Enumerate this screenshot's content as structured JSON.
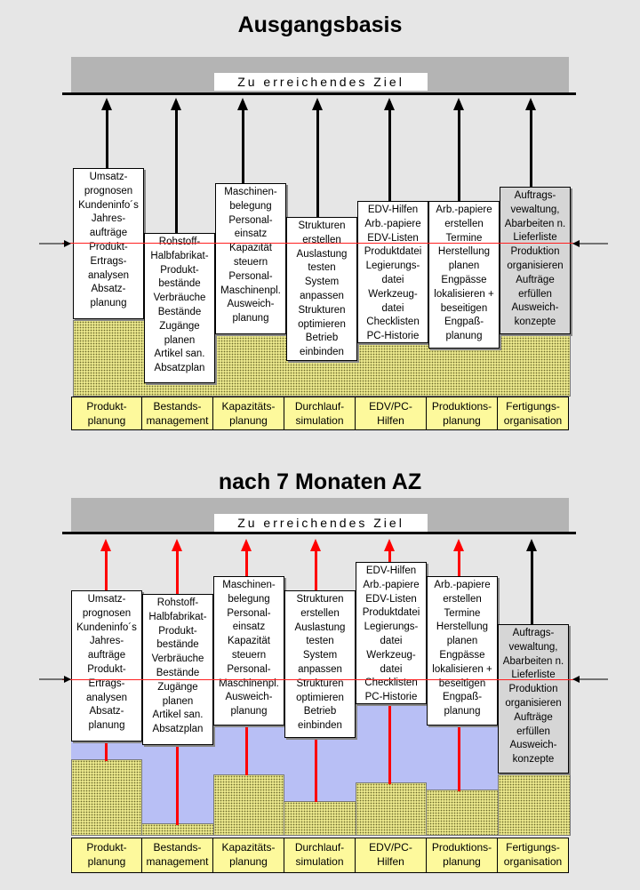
{
  "colors": {
    "background": "#e6e6e6",
    "goal_bar": "#b4b4b4",
    "base_fill": "#eae78c",
    "category_fill": "#fdf99c",
    "improvement_fill": "#b8bff5",
    "current_level_line": "#ff2020",
    "arrow_reached": "#000000",
    "arrow_progress": "#ff0000"
  },
  "panels": [
    {
      "title": "Ausgangsbasis",
      "goal_label": "Zu erreichendes Ziel",
      "columns": [
        {
          "category": [
            "Produkt-",
            "planung"
          ],
          "lines": [
            "Umsatz-",
            "prognosen",
            "Kundeninfo´s",
            "Jahres-",
            "aufträge",
            "Produkt-",
            "Ertrags-",
            "analysen",
            "Absatz-",
            "planung"
          ],
          "arrow": "black"
        },
        {
          "category": [
            "Bestands-",
            "management"
          ],
          "lines": [
            "Rohstoff-",
            "Halbfabrikat-",
            "Produkt-",
            "bestände",
            "Verbräuche",
            "Bestände",
            "Zugänge",
            "planen",
            "Artikel san.",
            "Absatzplan"
          ],
          "arrow": "black"
        },
        {
          "category": [
            "Kapazitäts-",
            "planung"
          ],
          "lines": [
            "Maschinen-",
            "belegung",
            "Personal-",
            "einsatz",
            "Kapazität",
            "steuern",
            "Personal-",
            "Maschinenpl.",
            "Ausweich-",
            "planung"
          ],
          "arrow": "black"
        },
        {
          "category": [
            "Durchlauf-",
            "simulation"
          ],
          "lines": [
            "Strukturen",
            "erstellen",
            "Auslastung",
            "testen",
            "System",
            "anpassen",
            "Strukturen",
            "optimieren",
            "Betrieb",
            "einbinden"
          ],
          "arrow": "black"
        },
        {
          "category": [
            "EDV/PC-",
            "Hilfen"
          ],
          "lines": [
            "EDV-Hilfen",
            "Arb.-papiere",
            "EDV-Listen",
            "Produktdatei",
            "Legierungs-",
            "datei",
            "Werkzeug-",
            "datei",
            "Checklisten",
            "PC-Historie"
          ],
          "arrow": "black"
        },
        {
          "category": [
            "Produktions-",
            "planung"
          ],
          "lines": [
            "Arb.-papiere",
            "erstellen",
            "Termine",
            "Herstellung",
            "planen",
            "Engpässe",
            "lokalisieren +",
            "beseitigen",
            "Engpaß-",
            "planung"
          ],
          "arrow": "black"
        },
        {
          "category": [
            "Fertigungs-",
            "organisation"
          ],
          "lines": [
            "Auftrags-",
            "vewaltung,",
            "Abarbeiten n.",
            "Lieferliste",
            "Produktion",
            "organisieren",
            "Aufträge",
            "erfüllen",
            "Ausweich-",
            "konzepte"
          ],
          "arrow": "black",
          "grey": true
        }
      ]
    },
    {
      "title": "nach 7 Monaten AZ",
      "goal_label": "Zu erreichendes Ziel",
      "columns": [
        {
          "category": [
            "Produkt-",
            "planung"
          ],
          "lines": [
            "Umsatz-",
            "prognosen",
            "Kundeninfo´s",
            "Jahres-",
            "aufträge",
            "Produkt-",
            "Ertrags-",
            "analysen",
            "Absatz-",
            "planung"
          ],
          "arrow": "red"
        },
        {
          "category": [
            "Bestands-",
            "management"
          ],
          "lines": [
            "Rohstoff-",
            "Halbfabrikat-",
            "Produkt-",
            "bestände",
            "Verbräuche",
            "Bestände",
            "Zugänge",
            "planen",
            "Artikel san.",
            "Absatzplan"
          ],
          "arrow": "red"
        },
        {
          "category": [
            "Kapazitäts-",
            "planung"
          ],
          "lines": [
            "Maschinen-",
            "belegung",
            "Personal-",
            "einsatz",
            "Kapazität",
            "steuern",
            "Personal-",
            "Maschinenpl.",
            "Ausweich-",
            "planung"
          ],
          "arrow": "red"
        },
        {
          "category": [
            "Durchlauf-",
            "simulation"
          ],
          "lines": [
            "Strukturen",
            "erstellen",
            "Auslastung",
            "testen",
            "System",
            "anpassen",
            "Strukturen",
            "optimieren",
            "Betrieb",
            "einbinden"
          ],
          "arrow": "red"
        },
        {
          "category": [
            "EDV/PC-",
            "Hilfen"
          ],
          "lines": [
            "EDV-Hilfen",
            "Arb.-papiere",
            "EDV-Listen",
            "Produktdatei",
            "Legierungs-",
            "datei",
            "Werkzeug-",
            "datei",
            "Checklisten",
            "PC-Historie"
          ],
          "arrow": "red"
        },
        {
          "category": [
            "Produktions-",
            "planung"
          ],
          "lines": [
            "Arb.-papiere",
            "erstellen",
            "Termine",
            "Herstellung",
            "planen",
            "Engpässe",
            "lokalisieren +",
            "beseitigen",
            "Engpaß-",
            "planung"
          ],
          "arrow": "red"
        },
        {
          "category": [
            "Fertigungs-",
            "organisation"
          ],
          "lines": [
            "Auftrags-",
            "vewaltung,",
            "Abarbeiten n.",
            "Lieferliste",
            "Produktion",
            "organisieren",
            "Aufträge",
            "erfüllen",
            "Ausweich-",
            "konzepte"
          ],
          "arrow": "black",
          "grey": true
        }
      ]
    }
  ]
}
